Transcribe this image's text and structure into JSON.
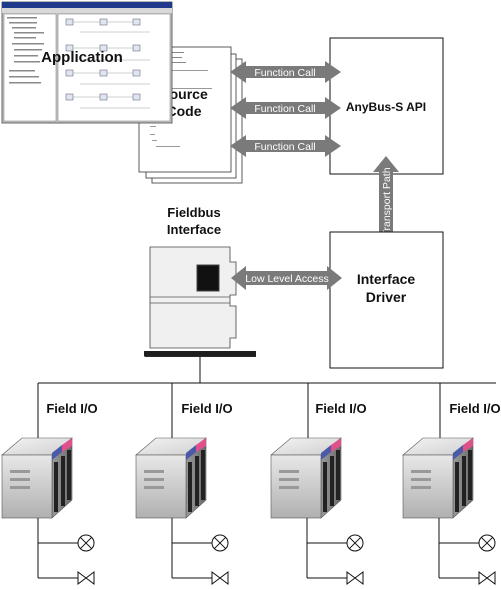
{
  "application": {
    "title": "Application"
  },
  "source_code": {
    "line1": "Source",
    "line2": "Code"
  },
  "api": {
    "label": "AnyBus-S API"
  },
  "arrows": {
    "function_calls": [
      "Function Call",
      "Function Call",
      "Function Call"
    ],
    "transport": "Transport Path",
    "low_level": "Low Level Access"
  },
  "fieldbus": {
    "line1": "Fieldbus",
    "line2": "Interface"
  },
  "driver": {
    "line1": "Interface",
    "line2": "Driver"
  },
  "field_io": [
    "Field I/O",
    "Field I/O",
    "Field I/O",
    "Field I/O"
  ],
  "colors": {
    "arrow": "#7a7a7a",
    "box_border": "#111111",
    "chip": "#111111",
    "pink": "#e0508a",
    "blue": "#4a5aa8"
  }
}
